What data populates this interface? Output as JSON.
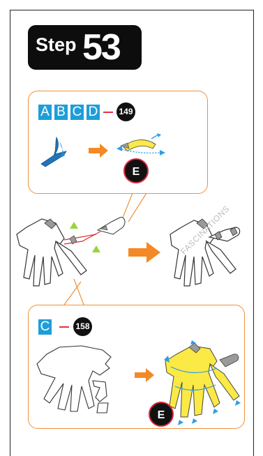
{
  "step": {
    "word": "Step",
    "number": "53"
  },
  "top_panel": {
    "letters": [
      "A",
      "B",
      "C",
      "D"
    ],
    "count": "149",
    "badge": "E"
  },
  "bottom_panel": {
    "letters": [
      "C"
    ],
    "count": "158",
    "badge": "E"
  },
  "watermark": "FASCINATIONS",
  "colors": {
    "panel_border": "#f0913b",
    "arrow": "#f38a26",
    "letter_box": "#1e9ed8",
    "dash": "#e62e48",
    "part_yellow": "#fbe945",
    "part_blue": "#2174b8",
    "indicator_green": "#9bd33c"
  },
  "icons": [
    "step-badge",
    "part-shape",
    "bend-arrow",
    "fold-arrow",
    "rotation-triangle"
  ]
}
